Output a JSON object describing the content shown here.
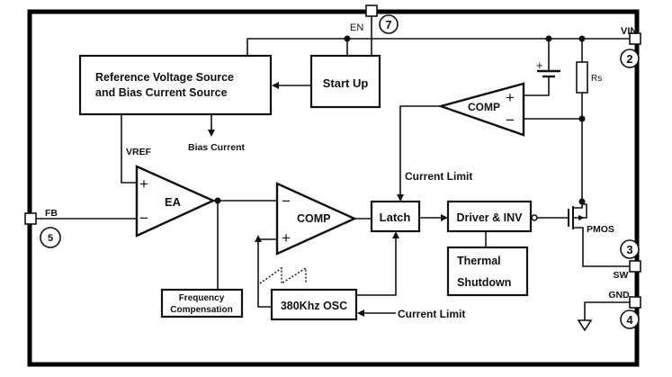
{
  "blocks": {
    "reference": {
      "line1": "Reference Voltage Source",
      "line2": "and Bias Current Source"
    },
    "startup": "Start Up",
    "error_amp": "EA",
    "pwm_comp": "COMP",
    "current_comp": "COMP",
    "latch": "Latch",
    "driver": "Driver & INV",
    "thermal": {
      "line1": "Thermal",
      "line2": "Shutdown"
    },
    "freq_comp": {
      "line1": "Frequency",
      "line2": "Compensation"
    },
    "oscillator": "380Khz OSC"
  },
  "signals": {
    "vref": "VREF",
    "bias_current": "Bias Current",
    "current_limit_latch": "Current Limit",
    "current_limit_osc": "Current Limit",
    "rs": "Rs",
    "pmos": "PMOS"
  },
  "amp_signs": {
    "plus": "+",
    "minus": "−"
  },
  "battery_plus": "+",
  "pins": [
    {
      "name": "EN",
      "number": "7"
    },
    {
      "name": "VIN",
      "number": "2"
    },
    {
      "name": "FB",
      "number": "5"
    },
    {
      "name": "SW",
      "number": "3"
    },
    {
      "name": "GND",
      "number": "4"
    }
  ]
}
